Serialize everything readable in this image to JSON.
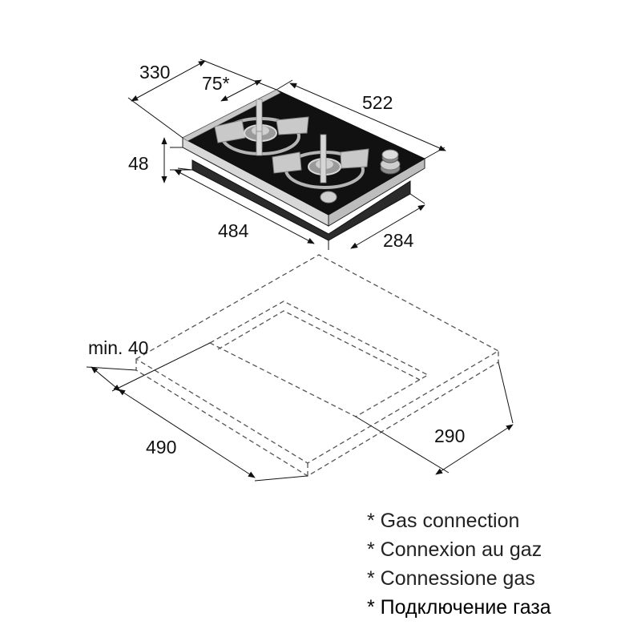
{
  "dimensions": {
    "hob_depth": "330",
    "gas_offset": "75*",
    "hob_width": "522",
    "hob_height": "48",
    "cutout_hob_width": "484",
    "cutout_hob_depth": "284",
    "min_edge": "min. 40",
    "cutout_width": "490",
    "cutout_depth": "290"
  },
  "legend": [
    "* Gas connection",
    "* Connexion au gaz",
    "* Connessione gas",
    "* Подключение газа"
  ],
  "colors": {
    "glass": "#111111",
    "line": "#222222",
    "dashed": "#555555",
    "burner": "#a0a0a0"
  }
}
